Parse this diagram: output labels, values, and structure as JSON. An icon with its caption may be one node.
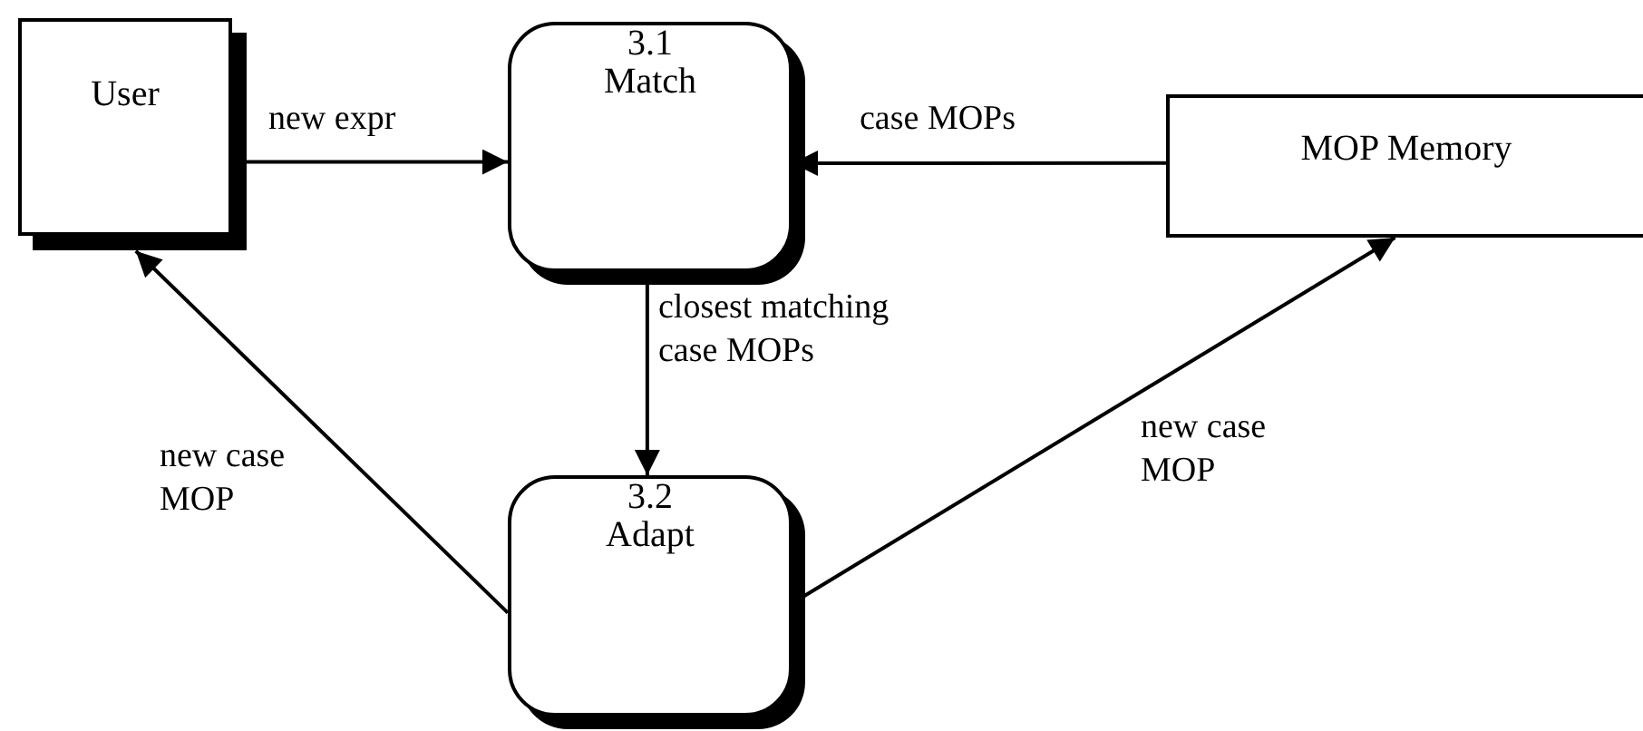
{
  "diagram": {
    "nodes": [
      {
        "text": [
          "User"
        ]
      },
      {
        "text": [
          "3.1",
          "Match"
        ]
      },
      {
        "text": [
          "MOP Memory"
        ]
      },
      {
        "text": [
          "3.2",
          "Adapt"
        ]
      }
    ],
    "edges": [
      {
        "from": 0,
        "to": 1,
        "arrow": "to",
        "label": "new expr"
      },
      {
        "from": 2,
        "to": 1,
        "arrow": "to",
        "label": "case MOPs"
      },
      {
        "from": 1,
        "to": 3,
        "arrow": "to",
        "label": "closest matching case MOPs"
      },
      {
        "from": 3,
        "to": 0,
        "arrow": "to",
        "label": "new case MOP"
      },
      {
        "from": 3,
        "to": 2,
        "arrow": "to",
        "label": "new case MOP"
      }
    ]
  }
}
